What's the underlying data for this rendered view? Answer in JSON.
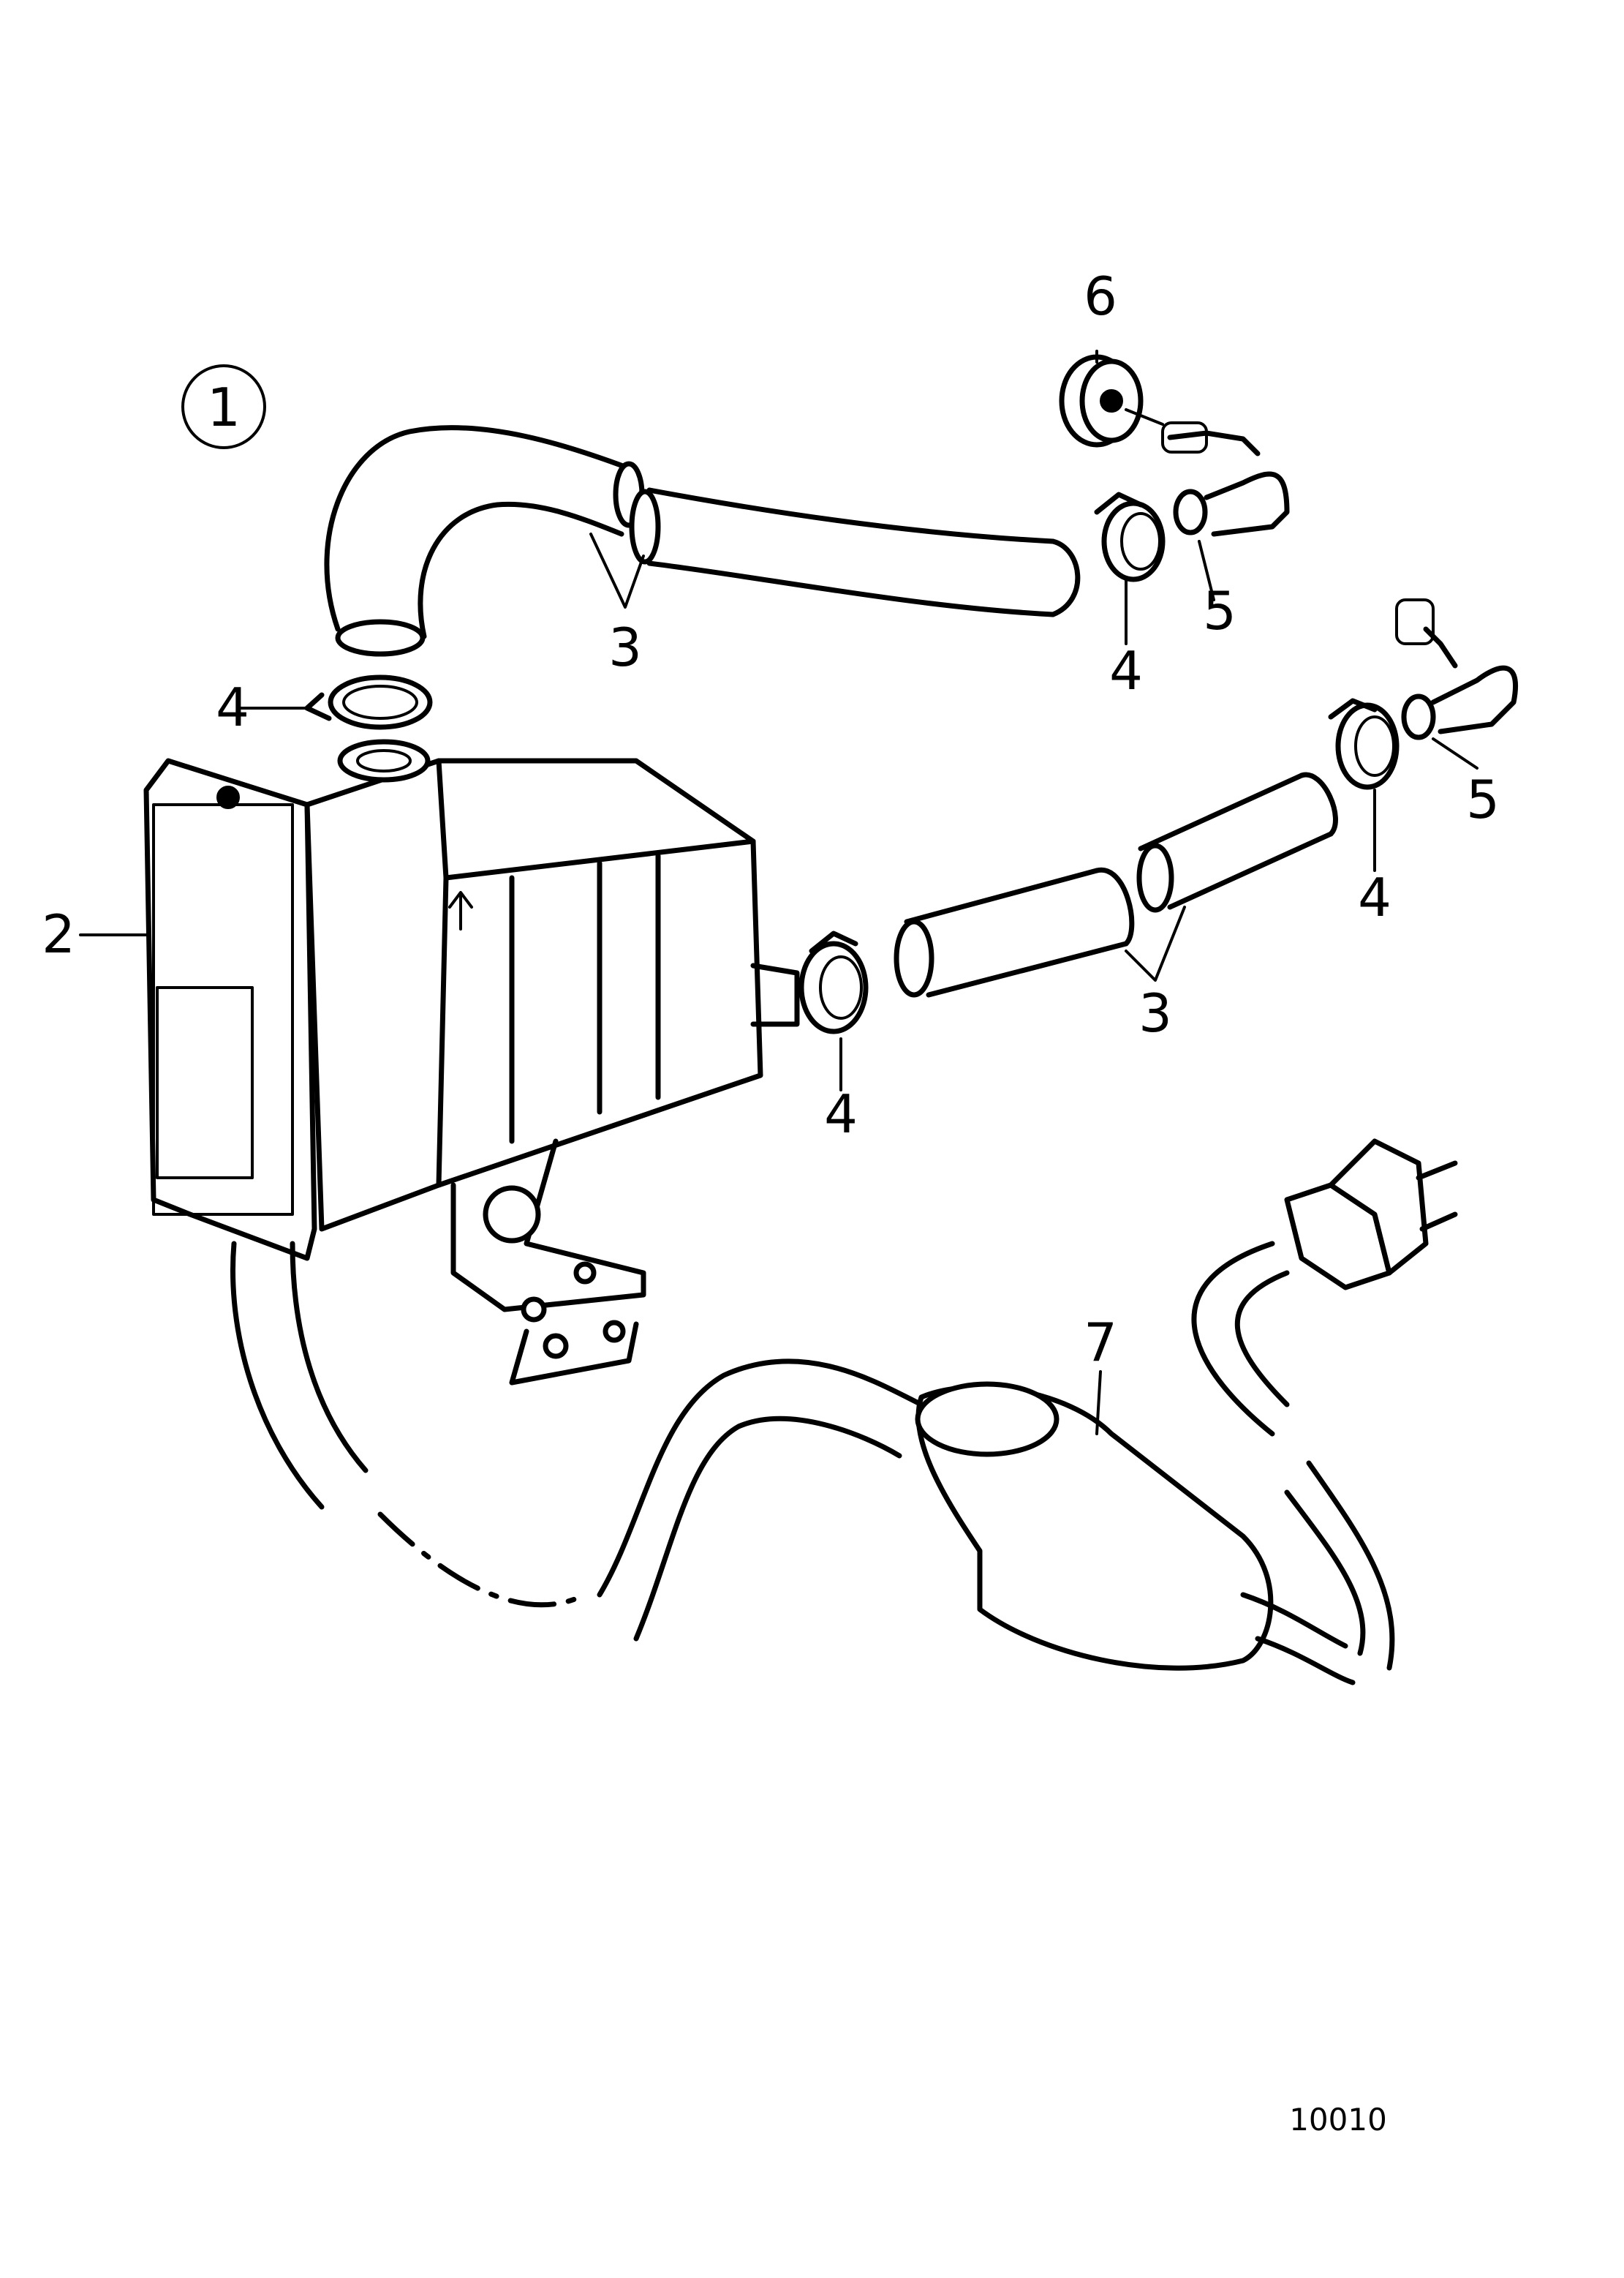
{
  "diagram": {
    "view_number": "1",
    "callouts": {
      "c2": "2",
      "c3a": "3",
      "c3b": "3",
      "c4a": "4",
      "c4b": "4",
      "c4c": "4",
      "c4d": "4",
      "c5a": "5",
      "c5b": "5",
      "c6": "6",
      "c7": "7"
    },
    "drawing_number": "10010"
  }
}
